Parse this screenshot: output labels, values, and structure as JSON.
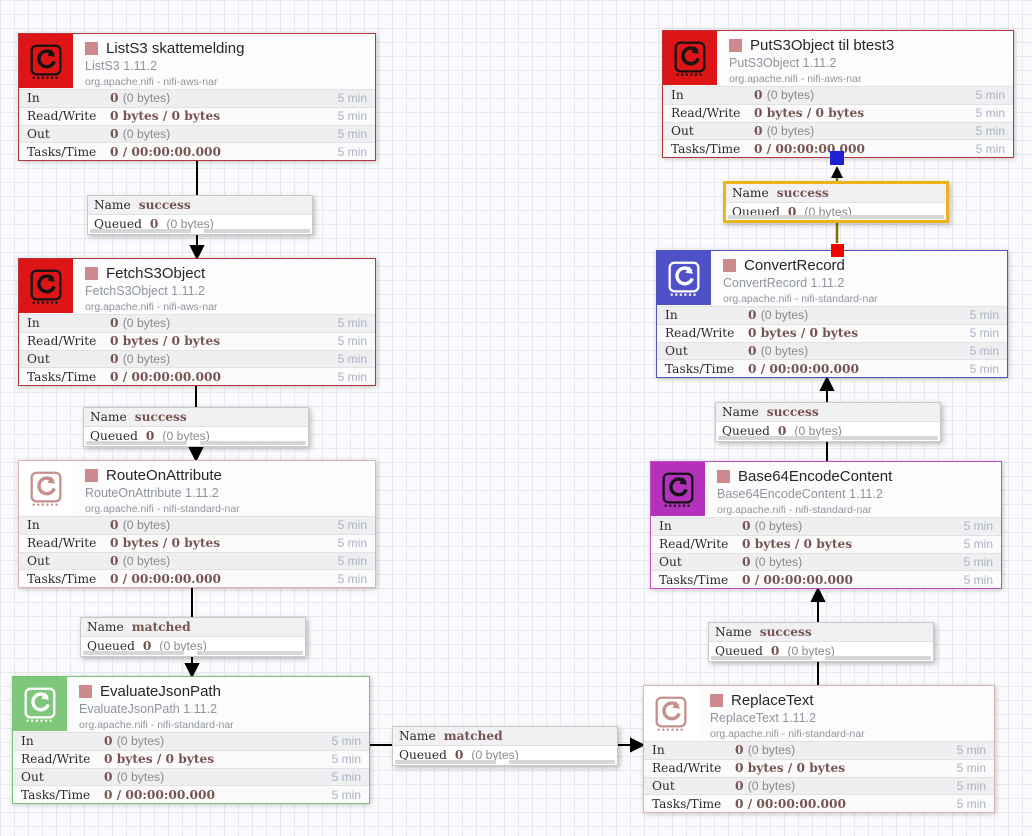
{
  "colors": {
    "red_icon": "#dd1516",
    "red_border": "#b5373c",
    "green_icon": "#7ec77b",
    "blue_icon": "#4f51c8",
    "magenta_icon": "#b331bd",
    "light_icon_glyph": "#c5908c",
    "stopped_indicator": "#cc8a8d",
    "connection_line": "#000000",
    "selected_line": "#7f7300",
    "selected_label_border": "#edb31c",
    "source_endpoint_red": "#f00000",
    "destination_endpoint_blue": "#1f1fd4"
  },
  "stats_labels": {
    "in": "In",
    "read_write": "Read/Write",
    "out": "Out",
    "tasks_time": "Tasks/Time"
  },
  "processors": [
    {
      "name": "ListS3 skattemelding",
      "type": "ListS3 1.11.2",
      "bundle": "org.apache.nifi - nifi-aws-nar",
      "stats": {
        "in": "0",
        "in_bytes": "(0 bytes)",
        "read_write": "0 bytes / 0 bytes",
        "out": "0",
        "out_bytes": "(0 bytes)",
        "tasks": "0 / 00:00:00.000",
        "window": "5 min"
      }
    },
    {
      "name": "FetchS3Object",
      "type": "FetchS3Object 1.11.2",
      "bundle": "org.apache.nifi - nifi-aws-nar",
      "stats": {
        "in": "0",
        "in_bytes": "(0 bytes)",
        "read_write": "0 bytes / 0 bytes",
        "out": "0",
        "out_bytes": "(0 bytes)",
        "tasks": "0 / 00:00:00.000",
        "window": "5 min"
      }
    },
    {
      "name": "RouteOnAttribute",
      "type": "RouteOnAttribute 1.11.2",
      "bundle": "org.apache.nifi - nifi-standard-nar",
      "stats": {
        "in": "0",
        "in_bytes": "(0 bytes)",
        "read_write": "0 bytes / 0 bytes",
        "out": "0",
        "out_bytes": "(0 bytes)",
        "tasks": "0 / 00:00:00.000",
        "window": "5 min"
      }
    },
    {
      "name": "EvaluateJsonPath",
      "type": "EvaluateJsonPath 1.11.2",
      "bundle": "org.apache.nifi - nifi-standard-nar",
      "stats": {
        "in": "0",
        "in_bytes": "(0 bytes)",
        "read_write": "0 bytes / 0 bytes",
        "out": "0",
        "out_bytes": "(0 bytes)",
        "tasks": "0 / 00:00:00.000",
        "window": "5 min"
      }
    },
    {
      "name": "PutS3Object til btest3",
      "type": "PutS3Object 1.11.2",
      "bundle": "org.apache.nifi - nifi-aws-nar",
      "stats": {
        "in": "0",
        "in_bytes": "(0 bytes)",
        "read_write": "0 bytes / 0 bytes",
        "out": "0",
        "out_bytes": "(0 bytes)",
        "tasks": "0 / 00:00:00.000",
        "window": "5 min"
      }
    },
    {
      "name": "ConvertRecord",
      "type": "ConvertRecord 1.11.2",
      "bundle": "org.apache.nifi - nifi-standard-nar",
      "stats": {
        "in": "0",
        "in_bytes": "(0 bytes)",
        "read_write": "0 bytes / 0 bytes",
        "out": "0",
        "out_bytes": "(0 bytes)",
        "tasks": "0 / 00:00:00.000",
        "window": "5 min"
      }
    },
    {
      "name": "Base64EncodeContent",
      "type": "Base64EncodeContent 1.11.2",
      "bundle": "org.apache.nifi - nifi-standard-nar",
      "stats": {
        "in": "0",
        "in_bytes": "(0 bytes)",
        "read_write": "0 bytes / 0 bytes",
        "out": "0",
        "out_bytes": "(0 bytes)",
        "tasks": "0 / 00:00:00.000",
        "window": "5 min"
      }
    },
    {
      "name": "ReplaceText",
      "type": "ReplaceText 1.11.2",
      "bundle": "org.apache.nifi - nifi-standard-nar",
      "stats": {
        "in": "0",
        "in_bytes": "(0 bytes)",
        "read_write": "0 bytes / 0 bytes",
        "out": "0",
        "out_bytes": "(0 bytes)",
        "tasks": "0 / 00:00:00.000",
        "window": "5 min"
      }
    }
  ],
  "connections": [
    {
      "name_label": "Name",
      "name_value": "success",
      "queued_label": "Queued",
      "queued_count": "0",
      "queued_size": "(0 bytes)",
      "selected": false
    },
    {
      "name_label": "Name",
      "name_value": "success",
      "queued_label": "Queued",
      "queued_count": "0",
      "queued_size": "(0 bytes)",
      "selected": false
    },
    {
      "name_label": "Name",
      "name_value": "matched",
      "queued_label": "Queued",
      "queued_count": "0",
      "queued_size": "(0 bytes)",
      "selected": false
    },
    {
      "name_label": "Name",
      "name_value": "matched",
      "queued_label": "Queued",
      "queued_count": "0",
      "queued_size": "(0 bytes)",
      "selected": false
    },
    {
      "name_label": "Name",
      "name_value": "success",
      "queued_label": "Queued",
      "queued_count": "0",
      "queued_size": "(0 bytes)",
      "selected": false
    },
    {
      "name_label": "Name",
      "name_value": "success",
      "queued_label": "Queued",
      "queued_count": "0",
      "queued_size": "(0 bytes)",
      "selected": false
    },
    {
      "name_label": "Name",
      "name_value": "success",
      "queued_label": "Queued",
      "queued_count": "0",
      "queued_size": "(0 bytes)",
      "selected": true
    }
  ]
}
